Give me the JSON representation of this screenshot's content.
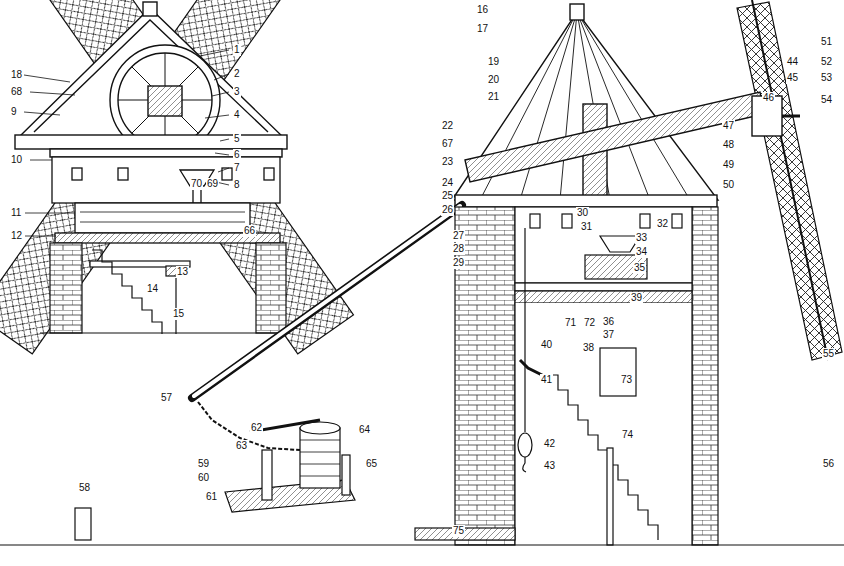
{
  "diagram": {
    "labels": [
      "1",
      "2",
      "3",
      "4",
      "5",
      "6",
      "7",
      "8",
      "18",
      "68",
      "9",
      "10",
      "11",
      "12",
      "13",
      "14",
      "15",
      "70",
      "69",
      "66",
      "16",
      "17",
      "19",
      "20",
      "21",
      "22",
      "67",
      "23",
      "24",
      "25",
      "26",
      "27",
      "28",
      "29",
      "30",
      "31",
      "32",
      "33",
      "34",
      "35",
      "39",
      "71",
      "72",
      "36",
      "37",
      "38",
      "40",
      "41",
      "42",
      "43",
      "44",
      "45",
      "46",
      "47",
      "48",
      "49",
      "50",
      "51",
      "52",
      "53",
      "54",
      "55",
      "73",
      "74",
      "56",
      "57",
      "62",
      "63",
      "64",
      "59",
      "60",
      "65",
      "61",
      "58",
      "75"
    ]
  }
}
